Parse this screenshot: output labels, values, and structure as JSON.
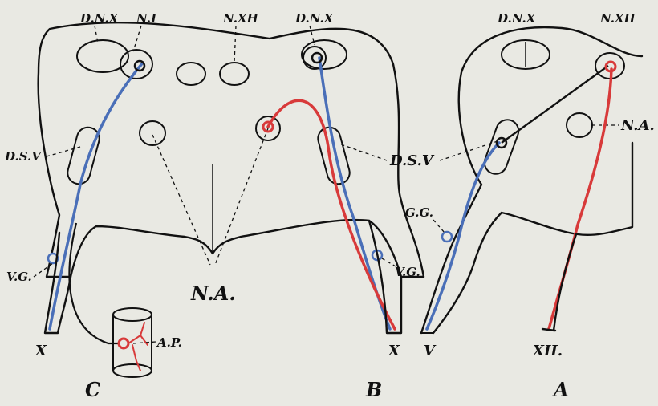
{
  "colors": {
    "background": "#e9e9e3",
    "ink": "#111111",
    "sensory": "#4a6fb8",
    "motor": "#d83a3a"
  },
  "labels": {
    "c_dnx": "D.N.X",
    "c_ni": "N.I",
    "b_nxh": "N.XH",
    "b_dnx": "D.N.X",
    "a_dnx": "D.N.X",
    "a_nxii": "N.XII",
    "a_na": "N.A.",
    "c_dsv": "D.S.V",
    "b_dsv": "D.S.V",
    "a_gg": "G.G.",
    "c_vg": "V.G.",
    "b_vg": "V.G.",
    "center_na": "N.A.",
    "c_ap": "A.P.",
    "c_x": "X",
    "b_x": "X",
    "a_v": "V",
    "a_xii": "XII.",
    "fig_c": "C",
    "fig_b": "B",
    "fig_a": "A"
  }
}
